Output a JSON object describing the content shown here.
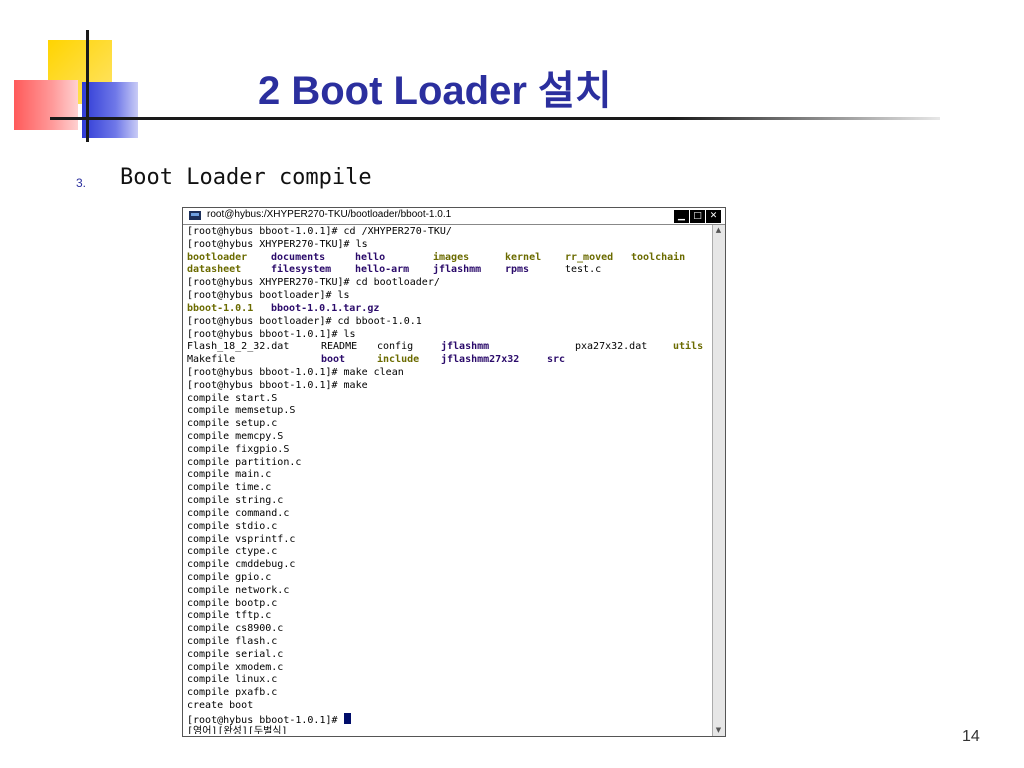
{
  "slide": {
    "title": "2 Boot Loader 설치",
    "bullet_number": "3.",
    "bullet_text": "Boot Loader compile",
    "page_number": "14"
  },
  "window": {
    "title": "root@hybus:/XHYPER270-TKU/bootloader/bboot-1.0.1",
    "minimize_glyph": "▁",
    "maximize_glyph": "□",
    "close_glyph": "✕",
    "scroll_up_glyph": "▲",
    "scroll_down_glyph": "▼"
  },
  "terminal": {
    "l01": "[root@hybus bboot-1.0.1]# cd /XHYPER270-TKU/",
    "l02": "[root@hybus XHYPER270-TKU]# ls",
    "ls1": {
      "c1": "bootloader",
      "c2": "documents",
      "c3": "hello",
      "c4": "images",
      "c5": "kernel",
      "c6": "rr_moved",
      "c7": "toolchain"
    },
    "ls2": {
      "c1": "datasheet",
      "c2": "filesystem",
      "c3": "hello-arm",
      "c4": "jflashmm",
      "c5": "rpms",
      "c6": "test.c"
    },
    "l05": "[root@hybus XHYPER270-TKU]# cd bootloader/",
    "l06": "[root@hybus bootloader]# ls",
    "ls3": {
      "c1": "bboot-1.0.1",
      "c2": "bboot-1.0.1.tar.gz"
    },
    "l08": "[root@hybus bootloader]# cd bboot-1.0.1",
    "l09": "[root@hybus bboot-1.0.1]# ls",
    "ls4": {
      "c1": "Flash_18_2_32.dat",
      "c2": "README",
      "c3": "config",
      "c4": "jflashmm",
      "c5": "pxa27x32.dat",
      "c6": "utils"
    },
    "ls5": {
      "c1": "Makefile",
      "c2": "boot",
      "c3": "include",
      "c4": "jflashmm27x32",
      "c5": "src"
    },
    "l12": "[root@hybus bboot-1.0.1]# make clean",
    "l13": "[root@hybus bboot-1.0.1]# make",
    "compile_lines": [
      "compile start.S",
      "compile memsetup.S",
      "compile setup.c",
      "compile memcpy.S",
      "compile fixgpio.S",
      "compile partition.c",
      "compile main.c",
      "compile time.c",
      "compile string.c",
      "compile command.c",
      "compile stdio.c",
      "compile vsprintf.c",
      "compile ctype.c",
      "compile cmddebug.c",
      "compile gpio.c",
      "compile network.c",
      "compile bootp.c",
      "compile tftp.c",
      "compile cs8900.c",
      "compile flash.c",
      "compile serial.c",
      "compile xmodem.c",
      "compile linux.c",
      "compile pxafb.c"
    ],
    "create_line": "create boot",
    "prompt_last": "[root@hybus bboot-1.0.1]# ",
    "ime_status": "[영어][완성][두벌식]"
  }
}
